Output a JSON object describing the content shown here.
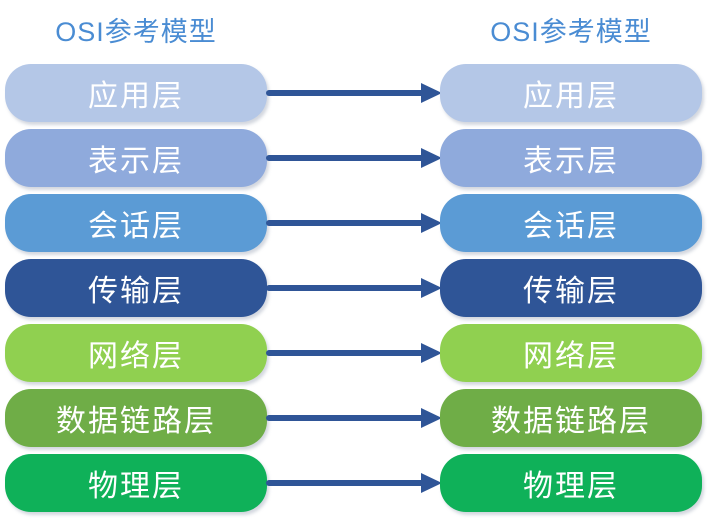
{
  "diagram": {
    "background_color": "#FFFFFF",
    "title_color": "#4A8CD3",
    "label_text_color": "#FFFFFF",
    "arrow_color": "#2F5597",
    "left_column": {
      "title": "OSI参考模型"
    },
    "right_column": {
      "title": "OSI参考模型"
    },
    "layers": [
      {
        "label": "应用层",
        "color": "#B4C7E7"
      },
      {
        "label": "表示层",
        "color": "#8FAADC"
      },
      {
        "label": "会话层",
        "color": "#5B9BD5"
      },
      {
        "label": "传输层",
        "color": "#2F5597"
      },
      {
        "label": "网络层",
        "color": "#90D050"
      },
      {
        "label": "数据链路层",
        "color": "#6FAD47"
      },
      {
        "label": "物理层",
        "color": "#0FB159"
      }
    ]
  }
}
